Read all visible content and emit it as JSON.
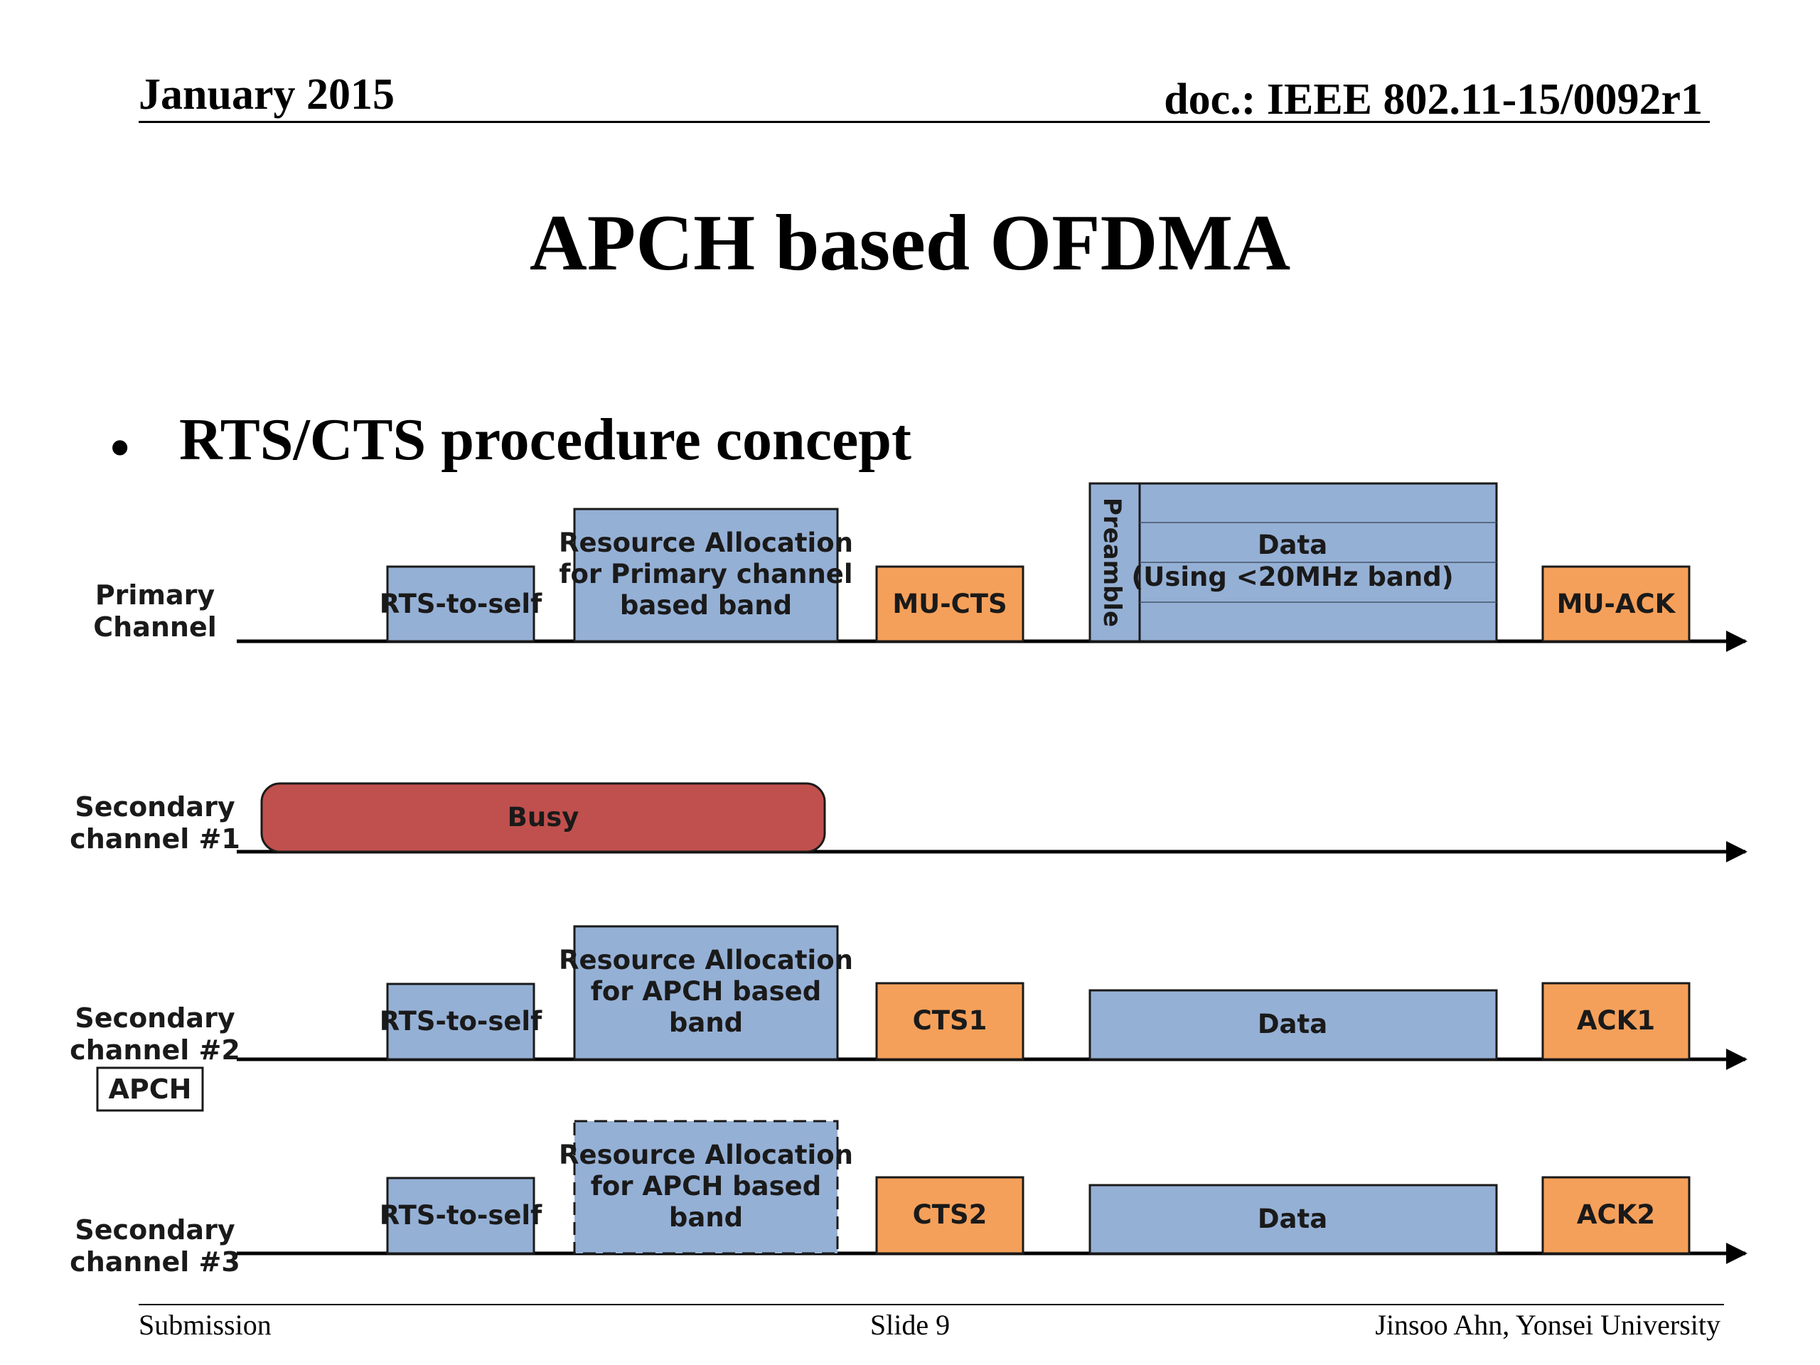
{
  "header": {
    "date": "January 2015",
    "doc": "doc.: IEEE 802.11-15/0092r1"
  },
  "slide": {
    "title": "APCH based OFDMA",
    "bullet": "RTS/CTS procedure concept"
  },
  "footer": {
    "left": "Submission",
    "center": "Slide 9",
    "right": "Jinsoo Ahn, Yonsei University"
  },
  "colors": {
    "blue_frame": "#95b0d5",
    "orange_frame": "#f5a05a",
    "busy": "#c0504d",
    "outline": "#1a1a1a"
  },
  "diagram": {
    "channels": [
      {
        "label_1": "Primary",
        "label_2": "Channel"
      },
      {
        "label_1": "Secondary",
        "label_2": "channel #1"
      },
      {
        "label_1": "Secondary",
        "label_2": "channel #2"
      },
      {
        "label_1": "Secondary",
        "label_2": "channel #3"
      }
    ],
    "apch_tag": "APCH",
    "primary": {
      "rts": "RTS-to-self",
      "ra_lines": [
        "Resource Allocation",
        "for Primary channel",
        "based band"
      ],
      "mu_cts": "MU-CTS",
      "preamble": "Preamble",
      "data_lines": [
        "Data",
        "(Using  <20MHz band)"
      ],
      "mu_ack": "MU-ACK"
    },
    "secondary1": {
      "busy": "Busy"
    },
    "secondary2": {
      "rts": "RTS-to-self",
      "ra_lines": [
        "Resource Allocation",
        "for APCH based",
        "band"
      ],
      "cts": "CTS1",
      "data": "Data",
      "ack": "ACK1"
    },
    "secondary3": {
      "rts": "RTS-to-self",
      "ra_lines": [
        "Resource Allocation",
        "for APCH based",
        "band"
      ],
      "cts": "CTS2",
      "data": "Data",
      "ack": "ACK2"
    }
  }
}
